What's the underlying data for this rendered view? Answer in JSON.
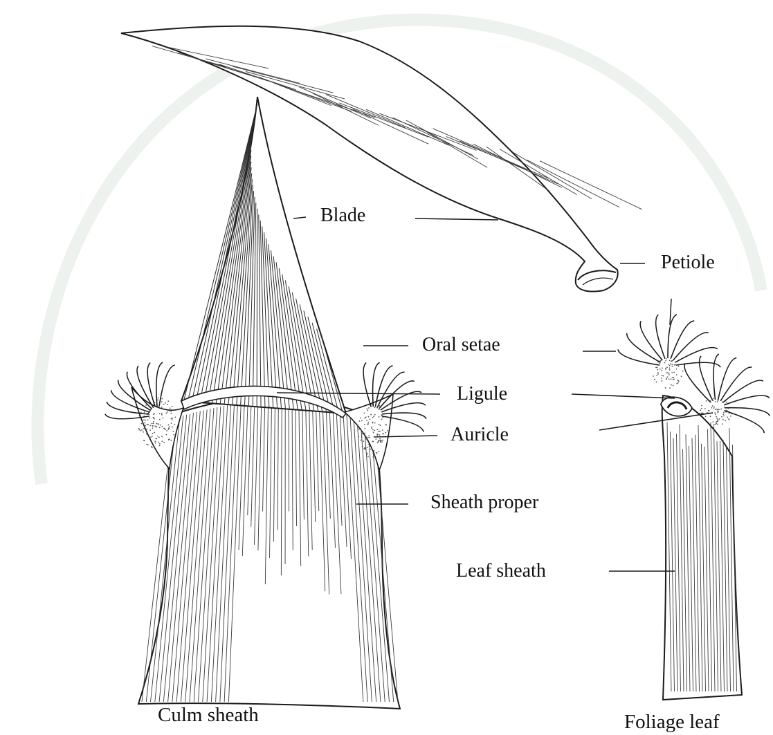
{
  "labels": {
    "blade": "Blade",
    "petiole": "Petiole",
    "oral_setae": "Oral setae",
    "ligule": "Ligule",
    "auricle": "Auricle",
    "sheath_proper": "Sheath proper",
    "leaf_sheath": "Leaf sheath"
  },
  "captions": {
    "culm_sheath": "Culm sheath",
    "foliage_leaf": "Foliage leaf"
  },
  "colors": {
    "ink": "#1a1a1a",
    "hatch": "#3a3a3a",
    "stipple": "#555555",
    "watermark": "#eef2ee"
  }
}
